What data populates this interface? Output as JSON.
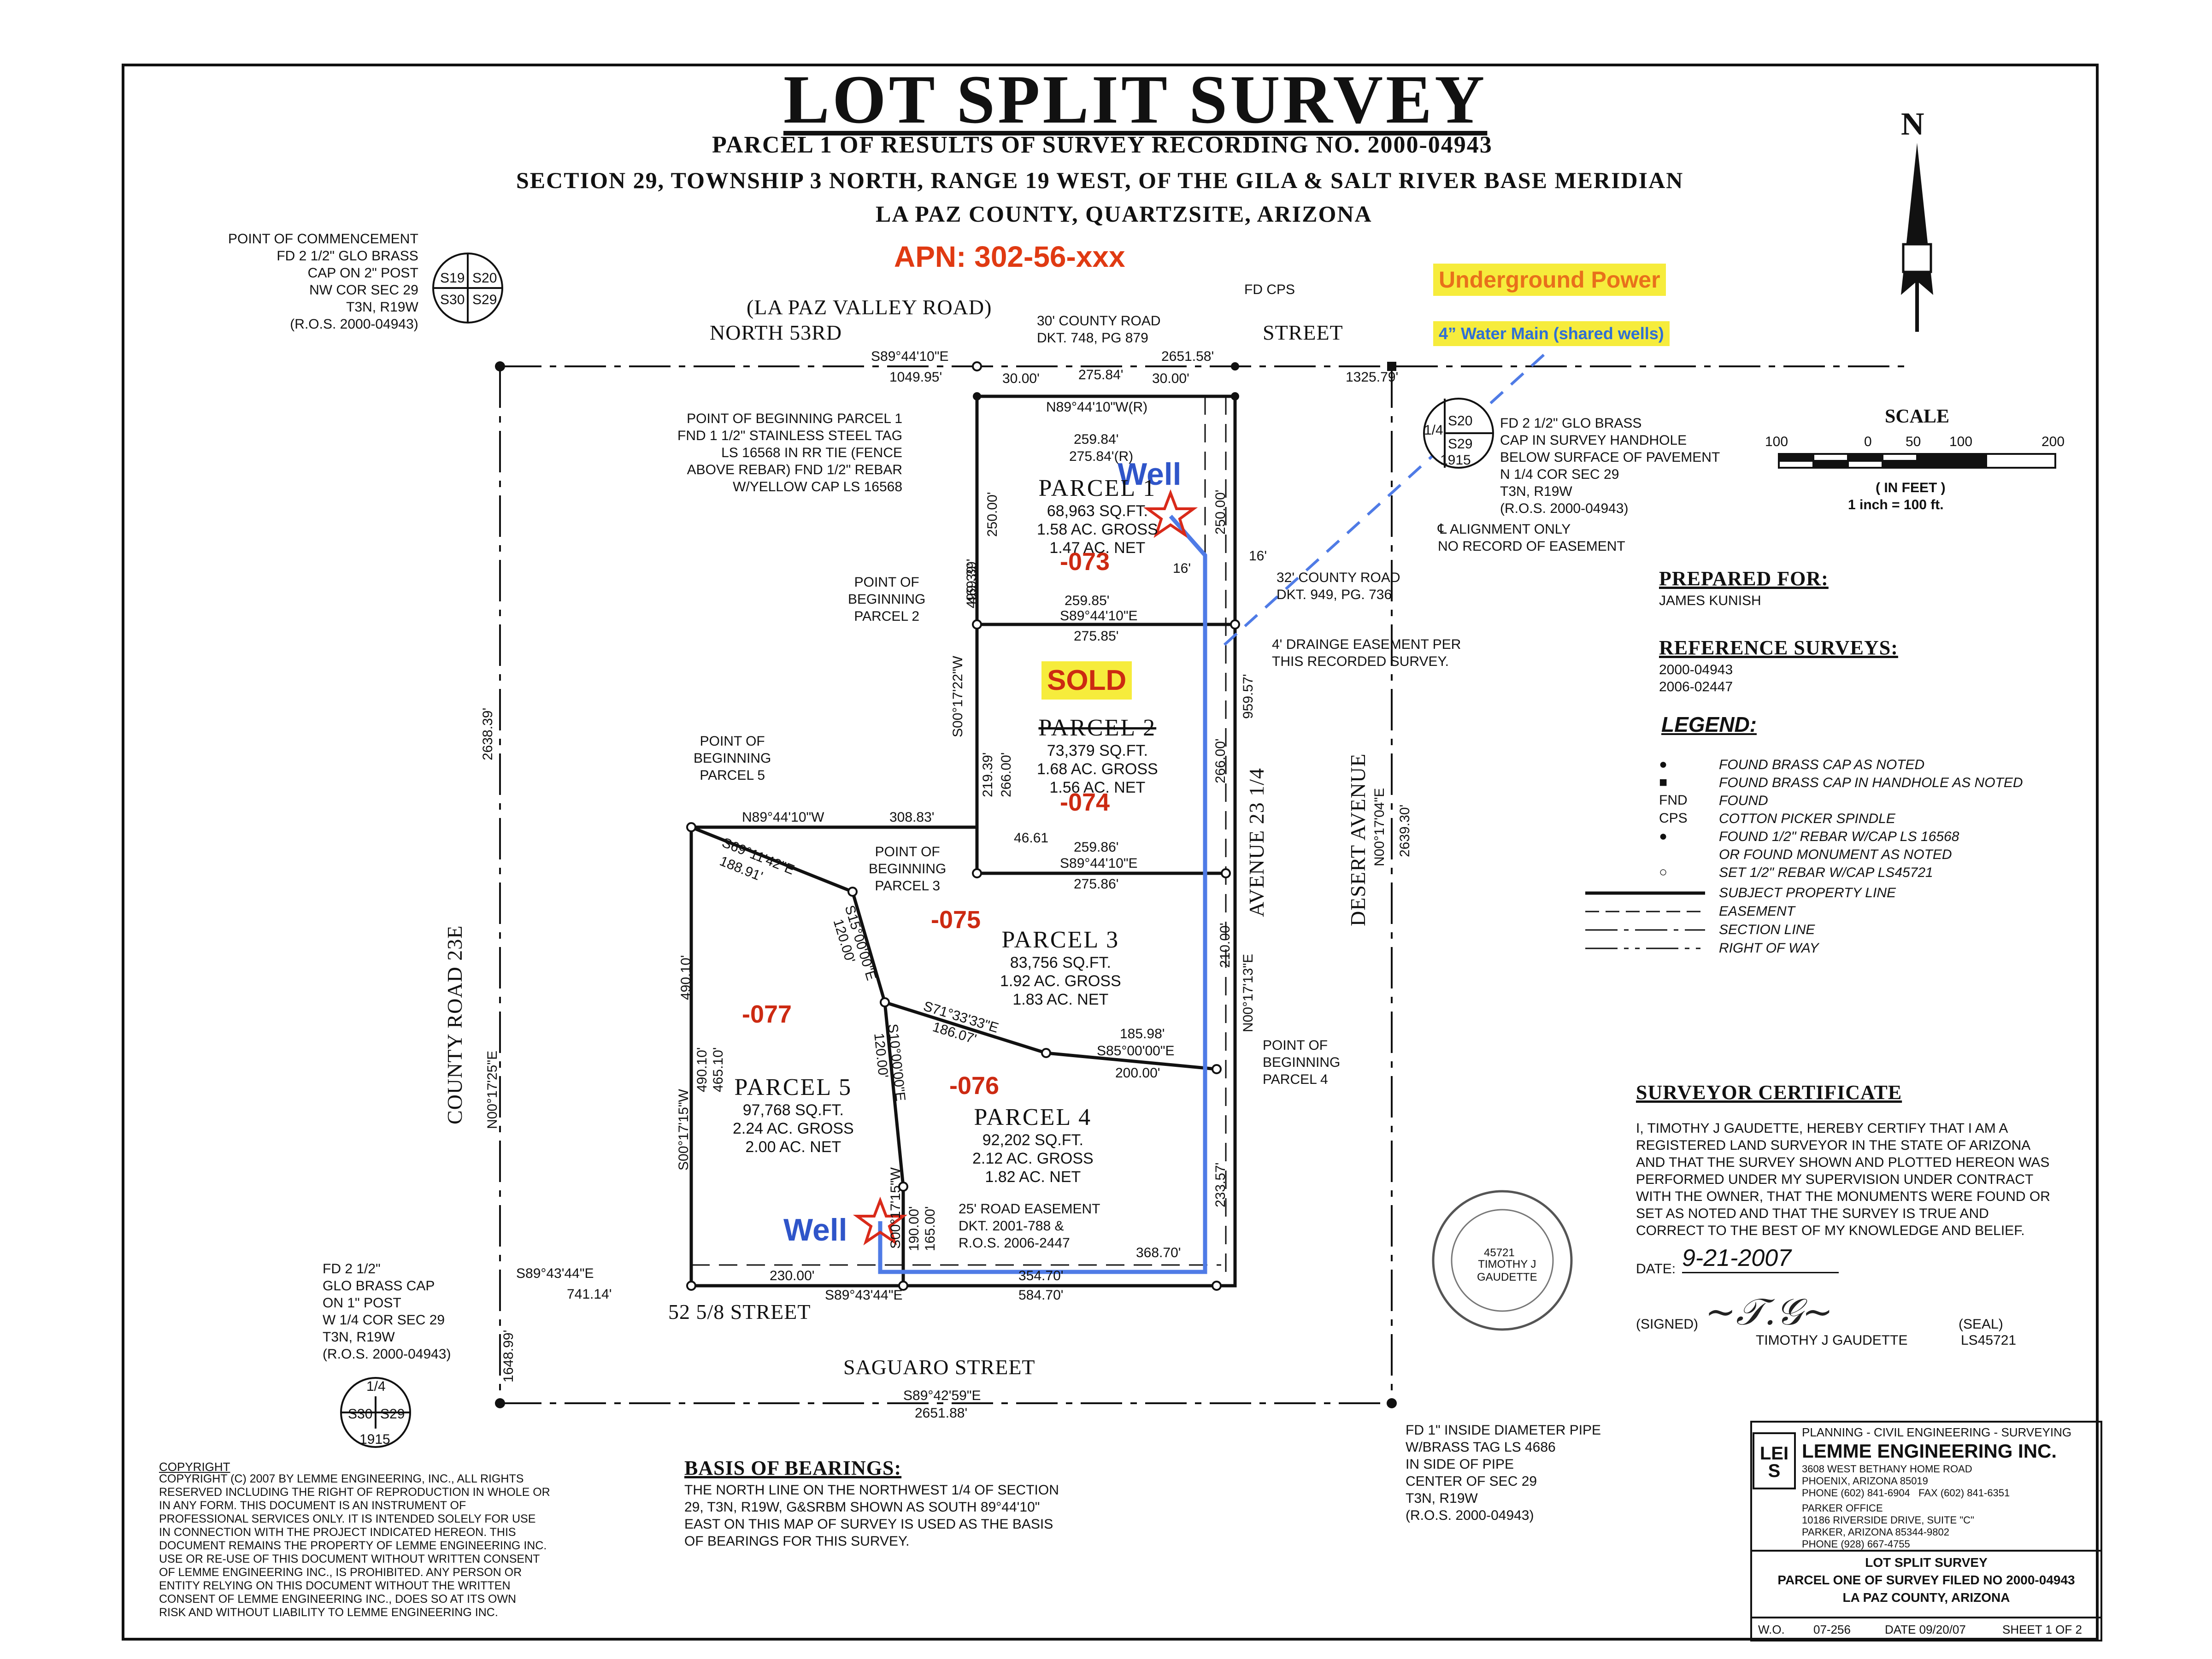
{
  "title": "LOT SPLIT SURVEY",
  "subtitle_1": "PARCEL 1 OF RESULTS OF SURVEY RECORDING NO. 2000-04943",
  "subtitle_2": "SECTION 29, TOWNSHIP 3 NORTH, RANGE 19 WEST, OF THE GILA & SALT RIVER BASE MERIDIAN",
  "subtitle_3": "LA PAZ COUNTY, QUARTZSITE, ARIZONA",
  "apn": "APN: 302-56-xxx",
  "annotations": {
    "underground_power": "Underground Power",
    "water_main": "4” Water Main (shared wells)",
    "well_1": "Well",
    "well_2": "Well",
    "sold": "SOLD"
  },
  "north": "N",
  "streets": {
    "road_paren": "(LA PAZ VALLEY ROAD)",
    "north_53rd": "NORTH 53RD",
    "street": "STREET",
    "county_road_23e": "COUNTY ROAD 23E",
    "avenue_23_1_4": "AVENUE 23 1/4",
    "desert_avenue": "DESERT AVENUE",
    "street_52_5_8": "52 5/8 STREET",
    "saguaro_street": "SAGUARO STREET"
  },
  "notes": {
    "commencement": "POINT OF COMMENCEMENT\nFD 2 1/2\" GLO BRASS\nCAP ON 2\" POST\nNW COR SEC 29\nT3N, R19W\n(R.O.S. 2000-04943)",
    "county_road_30": "30' COUNTY ROAD\nDKT. 748, PG 879",
    "fd_cps": "FD CPS",
    "pob_parcel1": "POINT OF BEGINNING PARCEL 1\nFND 1 1/2\" STAINLESS STEEL TAG\nLS 16568 IN RR TIE (FENCE\nABOVE REBAR) FND 1/2\" REBAR\nW/YELLOW CAP LS 16568",
    "handhole": "FD 2 1/2\" GLO BRASS\nCAP IN SURVEY HANDHOLE\nBELOW SURFACE OF PAVEMENT\nN 1/4 COR SEC 29\nT3N, R19W\n(R.O.S. 2000-04943)",
    "alignment": "℄ ALIGNMENT ONLY\nNO RECORD OF EASEMENT",
    "county_road_32": "32' COUNTY ROAD\nDKT. 949, PG. 736",
    "drainage": "4' DRAINGE EASEMENT PER\nTHIS RECORDED SURVEY.",
    "pob_parcel2": "POINT OF\nBEGINNING\nPARCEL 2",
    "pob_parcel5": "POINT OF\nBEGINNING\nPARCEL 5",
    "pob_parcel3": "POINT OF\nBEGINNING\nPARCEL 3",
    "pob_parcel4": "POINT OF\nBEGINNING\nPARCEL 4",
    "road_easement": "25' ROAD EASEMENT\nDKT. 2001-788 &\nR.O.S. 2006-2447",
    "w_quarter": "FD 2 1/2\"\nGLO BRASS CAP\nON 1\" POST\nW 1/4 COR SEC 29\nT3N, R19W\n(R.O.S. 2000-04943)",
    "center_pipe": "FD 1\" INSIDE DIAMETER PIPE\nW/BRASS TAG LS 4686\nIN SIDE OF PIPE\nCENTER OF SEC 29\nT3N, R19W\n(R.O.S. 2000-04943)"
  },
  "section_corners": {
    "nw": [
      "S19",
      "S20",
      "S30",
      "S29"
    ],
    "n_quarter": [
      "1/4",
      "S20",
      "S29",
      "1915"
    ],
    "w_quarter": [
      "1/4",
      "S30",
      "S29",
      "1915"
    ]
  },
  "parcels": [
    {
      "name": "PARCEL 1",
      "sqft": "68,963 SQ.FT.",
      "gross": "1.58 AC. GROSS",
      "net": "1.47 AC. NET",
      "apn": "-073"
    },
    {
      "name": "PARCEL 2",
      "sqft": "73,379 SQ.FT.",
      "gross": "1.68 AC. GROSS",
      "net": "1.56 AC. NET",
      "apn": "-074"
    },
    {
      "name": "PARCEL 3",
      "sqft": "83,756 SQ.FT.",
      "gross": "1.92 AC. GROSS",
      "net": "1.83 AC. NET",
      "apn": "-075"
    },
    {
      "name": "PARCEL 4",
      "sqft": "92,202 SQ.FT.",
      "gross": "2.12 AC. GROSS",
      "net": "1.82 AC. NET",
      "apn": "-076"
    },
    {
      "name": "PARCEL 5",
      "sqft": "97,768 SQ.FT.",
      "gross": "2.24 AC. GROSS",
      "net": "2.00 AC. NET",
      "apn": "-077"
    }
  ],
  "dims": {
    "d1": "S89°44'10\"E",
    "d2": "1049.95'",
    "d3": "30.00'",
    "d4": "275.84'",
    "d5": "30.00'",
    "d6": "2651.58'",
    "d7": "1325.79'",
    "d8": "N89°44'10\"W(R)",
    "d9": "259.84'",
    "d10": "275.84'(R)",
    "d11": "250.00'",
    "d12": "499.39'",
    "d13": "469.39'",
    "d14": "250.00'",
    "d15": "16'",
    "d16": "16'",
    "d17": "259.85'",
    "d18": "S89°44'10\"E",
    "d19": "275.85'",
    "d20": "S00°17'22\"W",
    "d21": "219.39'",
    "d22": "266.00'",
    "d23": "266.00'",
    "d24": "959.57'",
    "d25": "N89°44'10\"W",
    "d26": "308.83'",
    "d27": "46.61",
    "d28": "259.86'",
    "d29": "S89°44'10\"E",
    "d30": "275.86'",
    "d31": "S69°11'42\"E",
    "d32": "188.91'",
    "d33": "S15°00'00\"E",
    "d34": "120.00'",
    "d35": "S71°33'33\"E",
    "d36": "186.07'",
    "d37": "185.98'",
    "d38": "S85°00'00\"E",
    "d39": "200.00'",
    "d40": "210.00'",
    "d41": "N00°17'13\"E",
    "d42": "490.10'",
    "d43": "490.10'",
    "d44": "465.10'",
    "d45": "S00°17'15\"W",
    "d46": "S10°00'00\"E",
    "d47": "120.00'",
    "d48": "S00°17'15\"W",
    "d49": "190.00'",
    "d50": "165.00'",
    "d51": "233.57'",
    "d52": "368.70'",
    "d53": "354.70'",
    "d54": "S89°43'44\"E",
    "d55": "741.14'",
    "d56": "230.00'",
    "d57": "S89°43'44\"E",
    "d58": "584.70'",
    "d59": "2638.39'",
    "d60": "N00°17'25\"E",
    "d61": "1648.99'",
    "d62": "N00°17'04\"E",
    "d63": "2639.30'",
    "d64": "S89°42'59\"E",
    "d65": "2651.88'"
  },
  "scale": {
    "title": "SCALE",
    "ticks": [
      "100",
      "0",
      "50",
      "100",
      "200"
    ],
    "unit": "( IN FEET )",
    "ratio": "1 inch = 100 ft."
  },
  "prepared_for": {
    "heading": "PREPARED FOR:",
    "name": "JAMES KUNISH"
  },
  "reference_surveys": {
    "heading": "REFERENCE SURVEYS:",
    "items": [
      "2000-04943",
      "2006-02447"
    ]
  },
  "legend": {
    "heading": "LEGEND:",
    "items": [
      {
        "sym": "●",
        "text": "FOUND BRASS CAP AS NOTED"
      },
      {
        "sym": "■",
        "text": "FOUND BRASS CAP IN HANDHOLE AS NOTED"
      },
      {
        "sym": "FND",
        "text": "FOUND"
      },
      {
        "sym": "CPS",
        "text": "COTTON PICKER SPINDLE"
      },
      {
        "sym": "●",
        "text": "FOUND 1/2\" REBAR W/CAP LS 16568"
      },
      {
        "sym": "",
        "text": "OR FOUND MONUMENT AS NOTED"
      },
      {
        "sym": "○",
        "text": "SET 1/2\" REBAR W/CAP LS45721"
      }
    ],
    "lines": [
      "SUBJECT PROPERTY LINE",
      "EASEMENT",
      "SECTION LINE",
      "RIGHT OF WAY"
    ]
  },
  "certificate": {
    "heading": "SURVEYOR CERTIFICATE",
    "body": "I, TIMOTHY J GAUDETTE, HEREBY CERTIFY THAT I AM A\nREGISTERED LAND SURVEYOR IN THE STATE OF ARIZONA\nAND THAT THE SURVEY SHOWN AND PLOTTED HEREON WAS\nPERFORMED UNDER MY SUPERVISION UNDER CONTRACT\nWITH THE OWNER, THAT THE MONUMENTS WERE FOUND OR\nSET AS NOTED AND THAT THE SURVEY IS TRUE AND\nCORRECT TO THE BEST OF MY KNOWLEDGE AND BELIEF.",
    "date_label": "DATE:",
    "date": "9-21-2007",
    "signed_label": "(SIGNED)",
    "name": "TIMOTHY J GAUDETTE",
    "seal_label": "(SEAL)",
    "license": "LS45721",
    "seal_number": "45721",
    "seal_name": "TIMOTHY J\nGAUDETTE"
  },
  "copyright": {
    "heading": "COPYRIGHT",
    "body": "COPYRIGHT (C) 2007 BY LEMME ENGINEERING, INC., ALL RIGHTS\nRESERVED INCLUDING THE RIGHT OF REPRODUCTION IN WHOLE OR\nIN ANY FORM. THIS DOCUMENT IS AN INSTRUMENT OF\nPROFESSIONAL SERVICES ONLY. IT IS INTENDED SOLELY FOR USE\nIN CONNECTION WITH THE PROJECT INDICATED HEREON. THIS\nDOCUMENT REMAINS THE PROPERTY OF LEMME ENGINEERING INC.\nUSE OR RE-USE OF THIS DOCUMENT WITHOUT WRITTEN CONSENT\nOF LEMME ENGINEERING INC., IS PROHIBITED. ANY PERSON OR\nENTITY RELYING ON THIS DOCUMENT WITHOUT THE WRITTEN\nCONSENT OF LEMME ENGINEERING INC., DOES SO AT ITS OWN\nRISK AND WITHOUT LIABILITY TO LEMME ENGINEERING INC."
  },
  "basis": {
    "heading": "BASIS OF BEARINGS:",
    "body": "THE NORTH LINE ON THE NORTHWEST 1/4 OF SECTION\n29, T3N, R19W, G&SRBM SHOWN AS SOUTH 89°44'10\"\nEAST ON THIS MAP OF SURVEY IS USED AS THE BASIS\nOF BEARINGS FOR THIS SURVEY."
  },
  "titleblock": {
    "services": "PLANNING - CIVIL ENGINEERING - SURVEYING",
    "company": "LEMME ENGINEERING INC.",
    "address": "3608 WEST BETHANY HOME ROAD\nPHOENIX, ARIZONA 85019\nPHONE (602) 841-6904   FAX (602) 841-6351",
    "parker": "PARKER OFFICE\n10186 RIVERSIDE DRIVE, SUITE \"C\"\nPARKER, ARIZONA 85344-9802\nPHONE (928) 667-4755",
    "logo": "LEIS",
    "t1": "LOT SPLIT SURVEY",
    "t2": "PARCEL ONE OF SURVEY FILED NO 2000-04943",
    "t3": "LA PAZ COUNTY, ARIZONA",
    "wo_label": "W.O.",
    "wo": "07-256",
    "date": "DATE 09/20/07",
    "sheet": "SHEET 1 OF 2"
  }
}
